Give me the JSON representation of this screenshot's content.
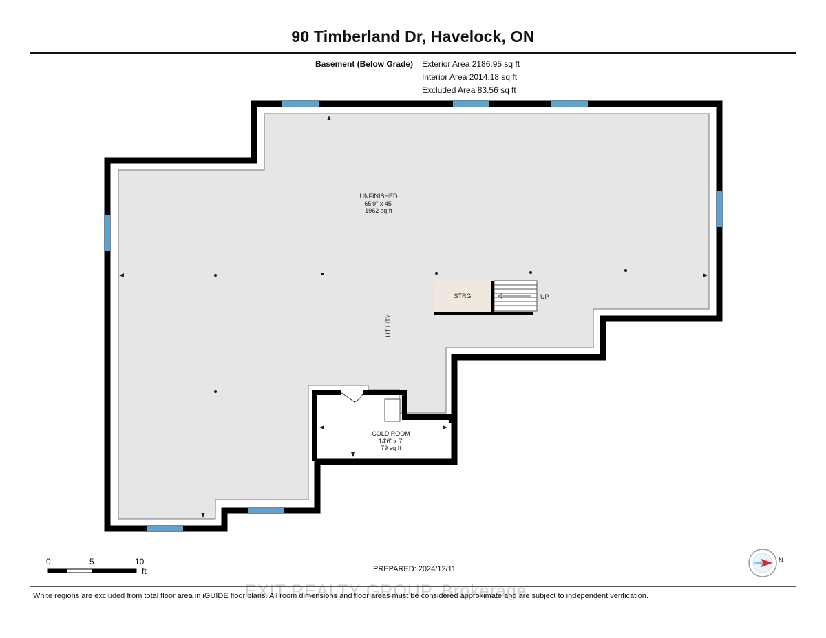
{
  "header": {
    "title": "90 Timberland Dr, Havelock, ON"
  },
  "summary": {
    "floor_label": "Basement (Below Grade)",
    "exterior_area": "Exterior Area 2186.95 sq ft",
    "interior_area": "Interior Area 2014.18 sq ft",
    "excluded_area": "Excluded Area 83.56 sq ft"
  },
  "rooms": {
    "unfinished": {
      "name": "UNFINISHED",
      "dims": "65'9\" x 45'",
      "area": "1962 sq ft"
    },
    "strg": {
      "name": "STRG"
    },
    "up": {
      "label": "UP"
    },
    "utility": {
      "name": "UTILITY"
    },
    "cold_room": {
      "name": "COLD ROOM",
      "dims": "14'6\" x 7'",
      "area": "79 sq ft"
    }
  },
  "scale_bar": {
    "labels": [
      "0",
      "5",
      "10"
    ],
    "unit": "ft"
  },
  "prepared": "PREPARED: 2024/12/11",
  "footer_note": "White regions are excluded from total floor area in iGUIDE floor plans. All room dimensions and floor areas must be considered approximate and are subject to independent verification.",
  "watermark": "EXIT REALTY GROUP, Brokerage",
  "compass": {
    "label": "N"
  },
  "colors": {
    "wall": "#000000",
    "floor": "#e6e6e6",
    "window": "#5ba3d0",
    "storage": "#eee8df",
    "compass_red": "#d9262b"
  }
}
